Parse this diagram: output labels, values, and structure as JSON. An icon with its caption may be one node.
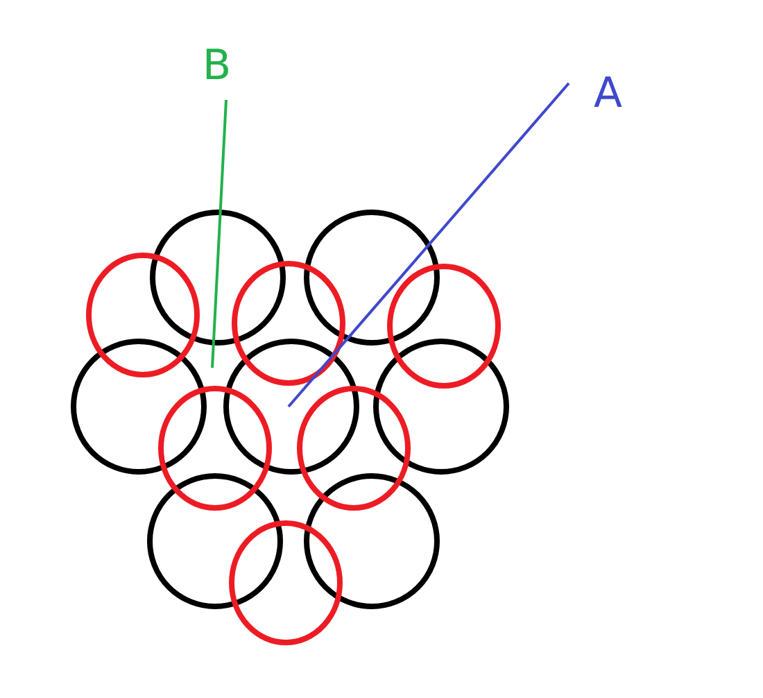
{
  "diagram": {
    "nodes": [
      {
        "text": [
          "B"
        ]
      },
      {
        "text": [
          "A"
        ]
      }
    ],
    "edges": [
      {
        "from": 0,
        "to": null,
        "arrow": "none",
        "color": "#22b14c"
      },
      {
        "from": 1,
        "to": null,
        "arrow": "none",
        "color": "#3f48cc"
      }
    ]
  }
}
